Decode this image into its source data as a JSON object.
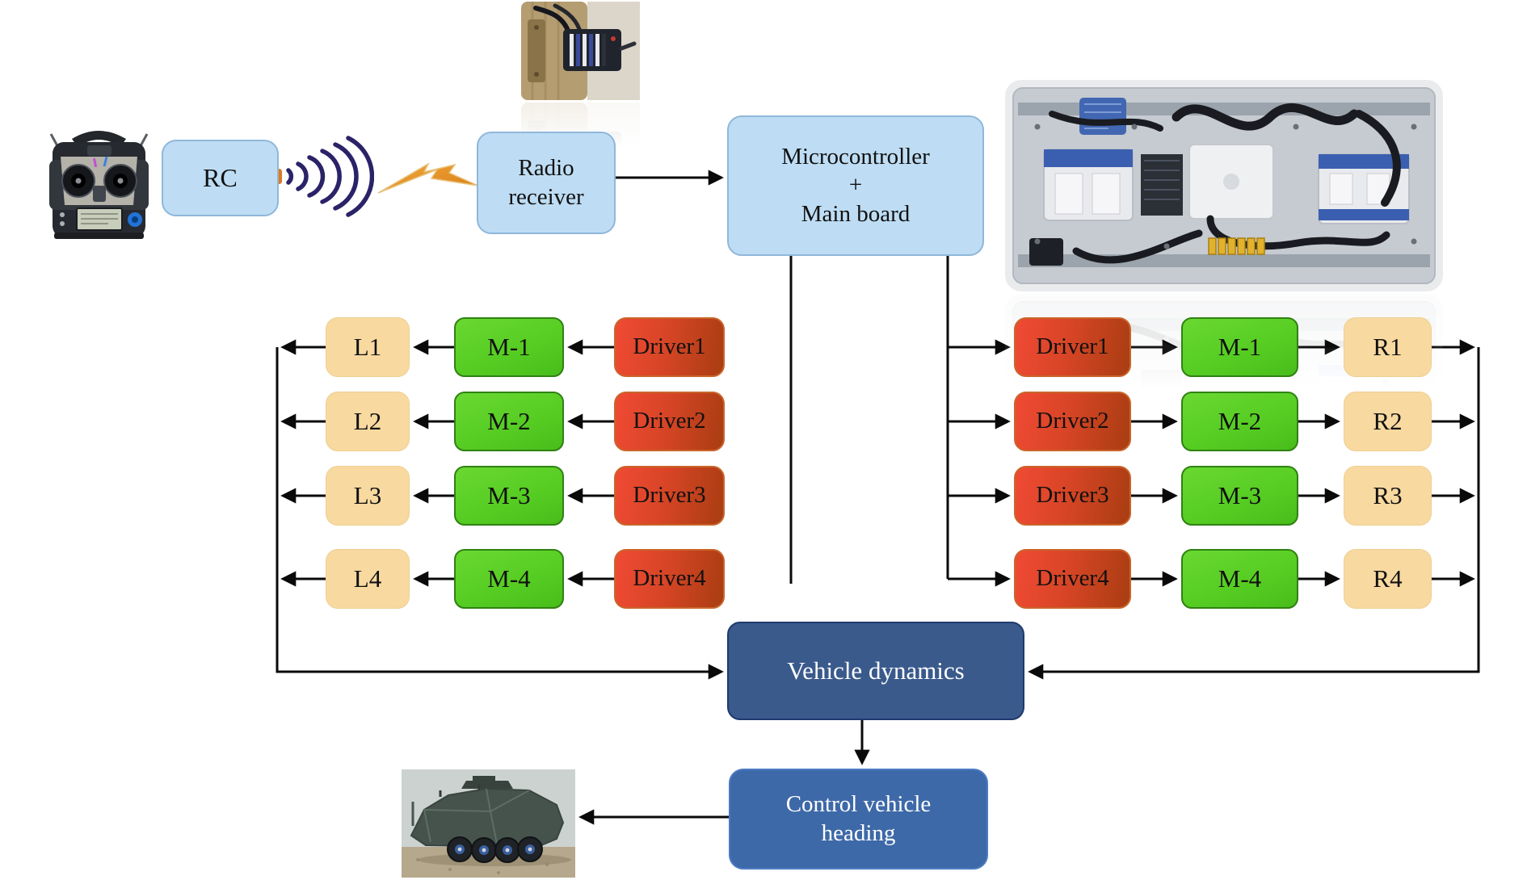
{
  "diagram": {
    "nodes": {
      "rc": "RC",
      "radio_receiver": "Radio receiver",
      "microcontroller": [
        "Microcontroller",
        "+",
        "Main board"
      ],
      "vehicle_dynamics": "Vehicle dynamics",
      "control_vehicle_heading": "Control vehicle heading"
    },
    "left": {
      "rows": [
        {
          "wheel": "L1",
          "motor": "M-1",
          "driver": "Driver1"
        },
        {
          "wheel": "L2",
          "motor": "M-2",
          "driver": "Driver2"
        },
        {
          "wheel": "L3",
          "motor": "M-3",
          "driver": "Driver3"
        },
        {
          "wheel": "L4",
          "motor": "M-4",
          "driver": "Driver4"
        }
      ]
    },
    "right": {
      "rows": [
        {
          "driver": "Driver1",
          "motor": "M-1",
          "wheel": "R1"
        },
        {
          "driver": "Driver2",
          "motor": "M-2",
          "wheel": "R2"
        },
        {
          "driver": "Driver3",
          "motor": "M-3",
          "wheel": "R3"
        },
        {
          "driver": "Driver4",
          "motor": "M-4",
          "wheel": "R4"
        }
      ]
    },
    "icons": {
      "radio_waves": "radio-waves-icon",
      "lightning": "lightning-bolt-icon"
    },
    "photos": {
      "rc_transmitter": "rc-transmitter-photo",
      "radio_receiver": "radio-receiver-photo",
      "main_board": "main-board-photo",
      "vehicle": "armored-vehicle-photo"
    },
    "colors": {
      "node_light_blue": "#BEDDF4",
      "node_light_blue_border": "#8FB7DA",
      "wheel_box": "#F8D9A0",
      "motor_green": "#55CC22",
      "motor_green_border": "#2F8212",
      "driver_red_start": "#F04A34",
      "driver_red_end": "#A93D12",
      "driver_border": "#C9652B",
      "vehicle_dynamics_fill": "#3A5A8C",
      "control_heading_fill": "#3E69A8",
      "connector": "#0A0A0A",
      "wave_indigo": "#2B2368",
      "lightning_orange": "#E8962F"
    }
  }
}
